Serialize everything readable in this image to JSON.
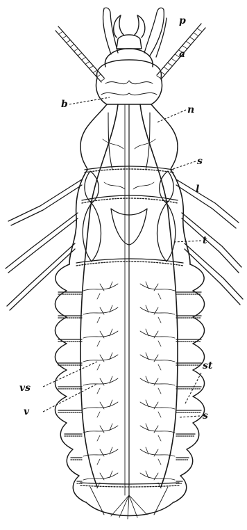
{
  "labels": {
    "p": "p",
    "a": "a",
    "b": "b",
    "n": "n",
    "s_upper": "s",
    "l": "l",
    "t": "t",
    "st": "st",
    "vs": "vs",
    "v": "v",
    "s_lower": "s"
  },
  "colors": {
    "ink": "#1a1a1a",
    "paper": "#ffffff"
  },
  "icons": {
    "subject": "insect-larva-tracheal-system-drawing"
  }
}
